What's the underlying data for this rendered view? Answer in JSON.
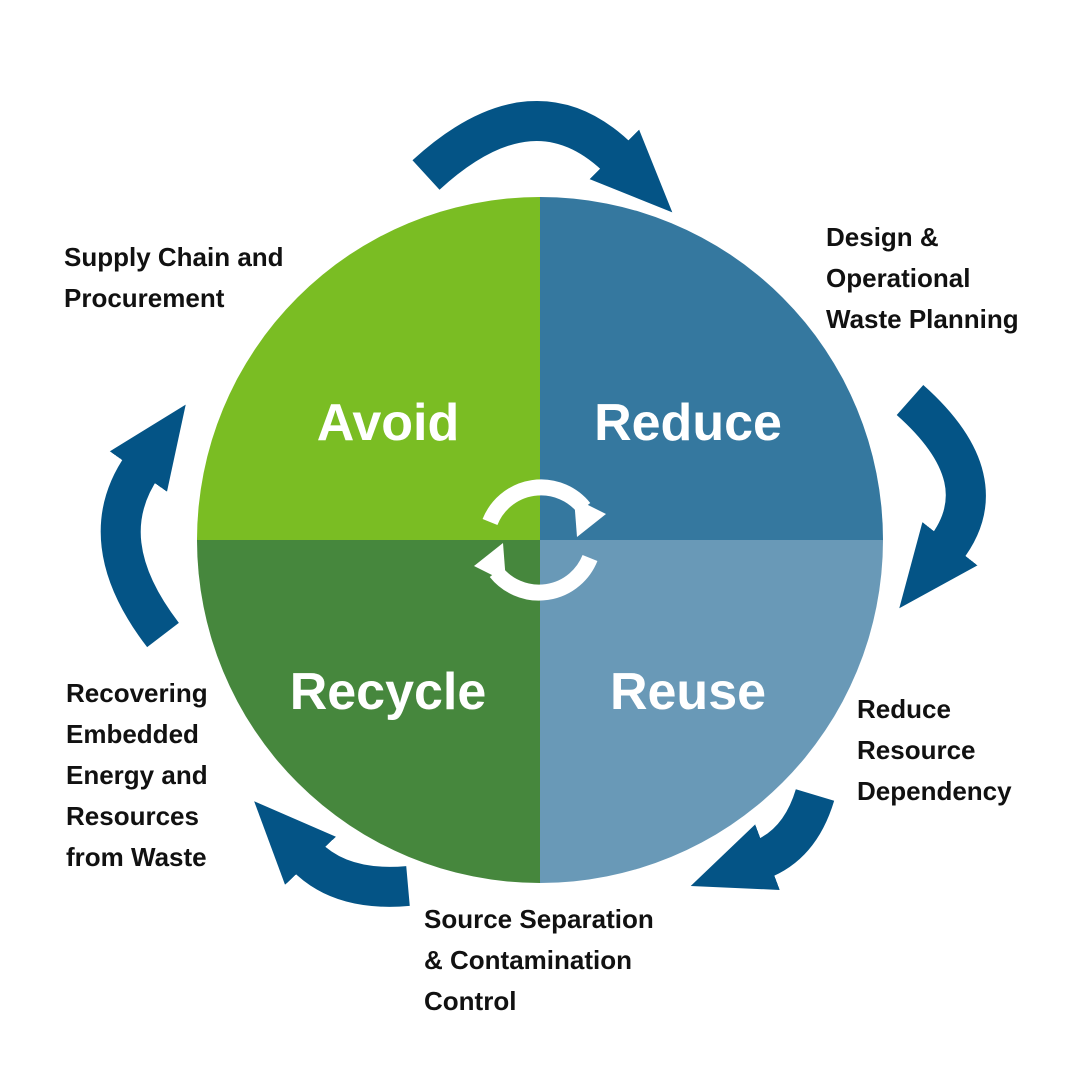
{
  "quadrants": {
    "avoid": {
      "label": "Avoid",
      "color": "#7abd23"
    },
    "reduce": {
      "label": "Reduce",
      "color": "#35789f"
    },
    "reuse": {
      "label": "Reuse",
      "color": "#6999b7"
    },
    "recycle": {
      "label": "Recycle",
      "color": "#46873d"
    }
  },
  "center_icon": "refresh-cycle-icon",
  "arrow_color": "#045486",
  "notes": {
    "supply": "Supply Chain and\nProcurement",
    "design": "Design &\nOperational\nWaste Planning",
    "dependency": "Reduce\nResource\nDependency",
    "separation": "Source Separation\n& Contamination\nControl",
    "recovering": "Recovering\nEmbedded\nEnergy and\nResources\nfrom Waste"
  }
}
